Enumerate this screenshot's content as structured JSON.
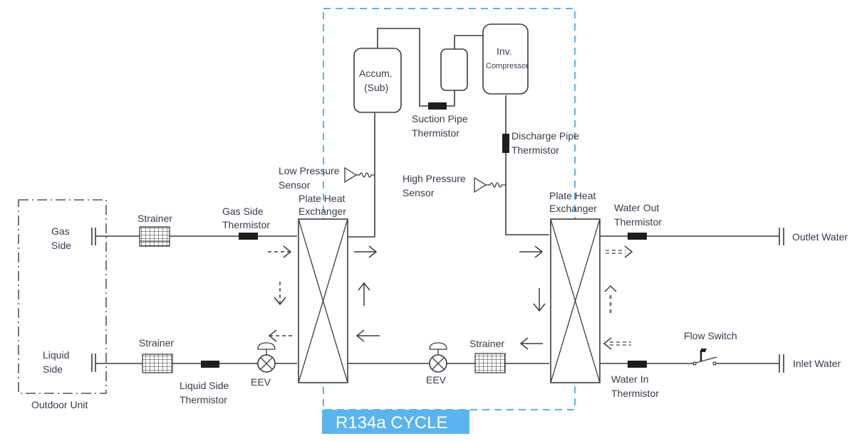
{
  "diagram": {
    "cycle_label": "R134a CYCLE",
    "colors": {
      "cycle_accent": "#5bb4ee",
      "line": "#3c3c3c",
      "thermistor": "#1e1e1e"
    },
    "outdoor_unit": {
      "label": "Outdoor Unit",
      "gas_side": [
        "Gas",
        "Side"
      ],
      "liquid_side": [
        "Liquid",
        "Side"
      ]
    },
    "components": {
      "accumulator": [
        "Accum.",
        "(Sub)"
      ],
      "compressor": [
        "Inv.",
        "Compressor"
      ],
      "suction_pipe_thermistor": [
        "Suction Pipe",
        "Thermistor"
      ],
      "discharge_pipe_thermistor": [
        "Discharge Pipe",
        "Thermistor"
      ],
      "low_pressure_sensor": [
        "Low Pressure",
        "Sensor"
      ],
      "high_pressure_sensor": [
        "High Pressure",
        "Sensor"
      ],
      "phe_left": [
        "Plate Heat",
        "Exchanger"
      ],
      "phe_right": [
        "Plate Heat",
        "Exchanger"
      ],
      "strainer_gas": "Strainer",
      "strainer_liquid": "Strainer",
      "strainer_cycle": "Strainer",
      "gas_side_thermistor": [
        "Gas Side",
        "Thermistor"
      ],
      "liquid_side_thermistor": [
        "Liquid Side",
        "Thermistor"
      ],
      "eev_left": "EEV",
      "eev_center": "EEV",
      "water_out_thermistor": [
        "Water Out",
        "Thermistor"
      ],
      "water_in_thermistor": [
        "Water In",
        "Thermistor"
      ],
      "flow_switch": "Flow Switch",
      "outlet_water": "Outlet Water",
      "inlet_water": "Inlet Water"
    }
  }
}
